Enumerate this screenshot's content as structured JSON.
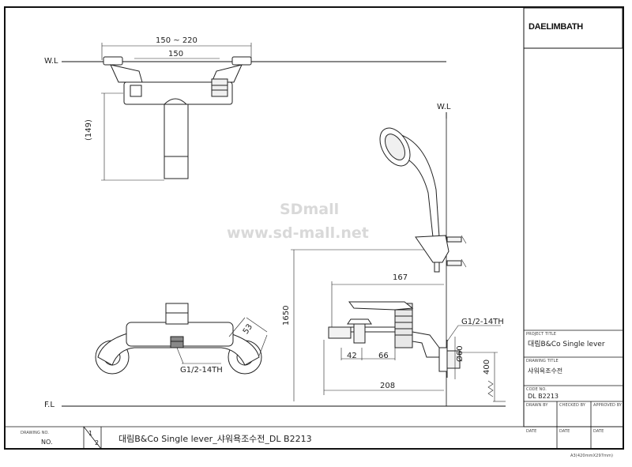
{
  "brand": {
    "logo_text": "DAELIMBATH"
  },
  "watermark": {
    "line1": "SDmall",
    "line2": "www.sd-mall.net"
  },
  "labels": {
    "wl_top": "W.L",
    "wl_right": "W.L",
    "fl": "F.L",
    "thread_front": "G1/2-14TH",
    "thread_side": "G1/2-14TH"
  },
  "dimensions": {
    "span_outer": "150 ~ 220",
    "span_inner": "150",
    "height_149": "(149)",
    "angle_53": "53",
    "height_1650": "1650",
    "width_167": "167",
    "depth_42": "42",
    "depth_66": "66",
    "dia_60": "Ø60",
    "height_400": "400",
    "width_208": "208"
  },
  "title_block": {
    "project_title_label": "PROJECT TITLE",
    "project_title": "대림B&Co Single lever",
    "drawing_title_label": "DRAWING TITLE",
    "drawing_title": "샤워욕조수전",
    "code_no_label": "CODE NO.",
    "code_no": "DL B2213",
    "drawn_by": "DRAWN BY",
    "checked_by": "CHECKED BY",
    "approved_by": "APPROVED BY",
    "date1": "DATE",
    "date2": "DATE",
    "date3": "DATE"
  },
  "footer": {
    "drawing_no_label": "DRAWING NO.",
    "drawing_no": "NO.",
    "sheet_num": "1",
    "sheet_den": "2",
    "caption": "대림B&Co Single lever_샤워욕조수전_DL B2213",
    "paper_size": "A3(420mmX297mm)"
  }
}
